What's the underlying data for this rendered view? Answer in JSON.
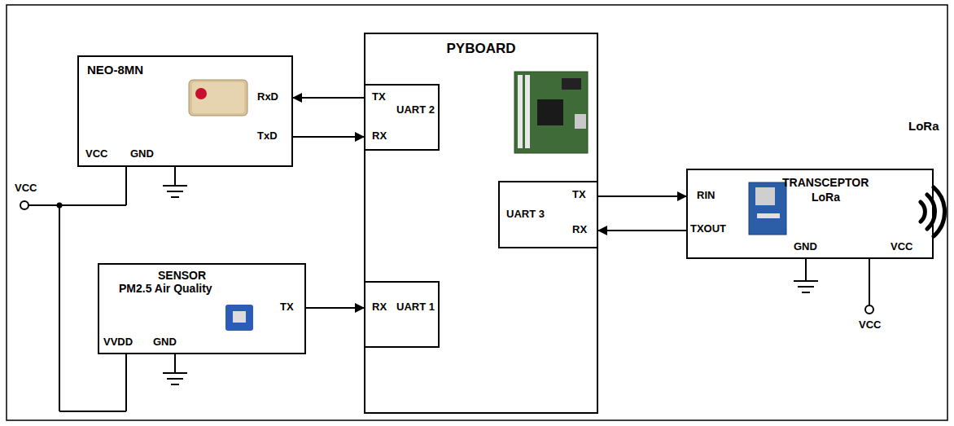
{
  "diagram": {
    "nodes": [
      {
        "text": [
          "NEO-8MN"
        ]
      },
      {
        "text": [
          "PYBOARD"
        ]
      },
      {
        "text": [
          "UART 2"
        ],
        "in": 1
      },
      {
        "text": [
          "UART 3"
        ],
        "in": 1
      },
      {
        "text": [
          "TRANSCEPTOR",
          "LoRa"
        ]
      },
      {
        "text": [
          "SENSOR",
          "PM2.5 Air Quality"
        ]
      },
      {
        "text": [
          "UART 1"
        ],
        "in": 1
      }
    ],
    "edges": [
      {
        "from": 2,
        "to": 0,
        "arrow": "to"
      },
      {
        "from": 0,
        "to": 2,
        "arrow": "to"
      },
      {
        "from": 3,
        "to": 4,
        "arrow": "to"
      },
      {
        "from": 4,
        "to": 3,
        "arrow": "to"
      },
      {
        "from": 5,
        "to": 6,
        "arrow": "to"
      }
    ],
    "labels": [
      "RxD",
      "TxD",
      "VCC",
      "GND",
      "TX",
      "RX",
      "TX",
      "RX",
      "TX",
      "VVDD",
      "GND",
      "RX",
      "RIN",
      "TXOUT",
      "GND",
      "VCC",
      "VCC",
      "VCC",
      "LoRa"
    ]
  }
}
